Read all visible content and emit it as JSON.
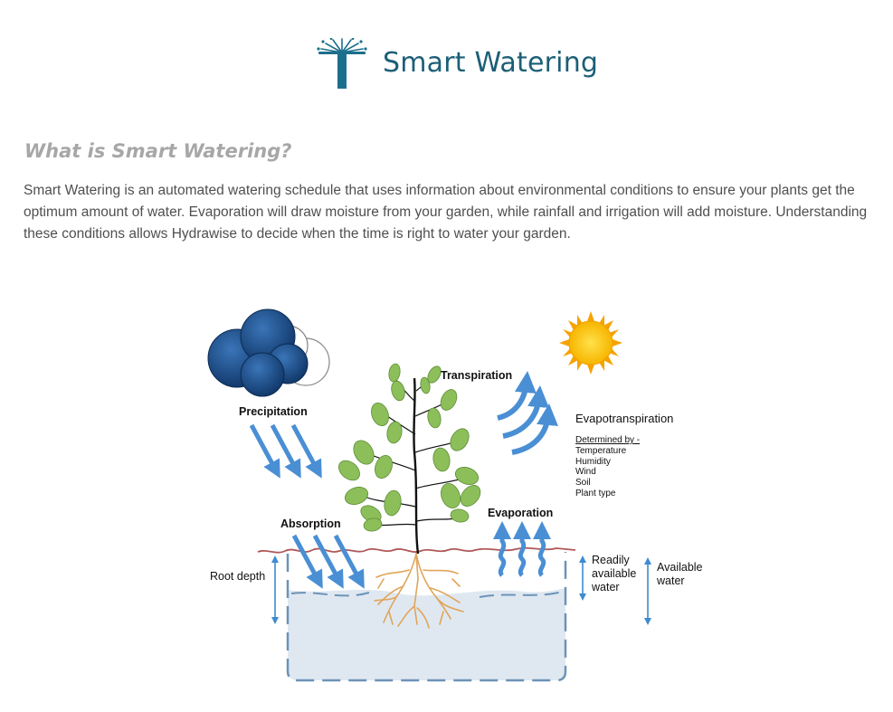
{
  "header": {
    "title": "Smart Watering",
    "logo_icon": "sprinkler-icon"
  },
  "content": {
    "heading": "What is Smart Watering?",
    "paragraph": "Smart Watering is an automated watering schedule that uses information about environmental conditions to ensure your plants get the optimum amount of water. Evaporation will draw moisture from your garden, while rainfall and irrigation will add moisture. Understanding these conditions allows Hydrawise to decide when the time is right to water your garden."
  },
  "diagram": {
    "labels": {
      "precipitation": "Precipitation",
      "transpiration": "Transpiration",
      "evapotranspiration": "Evapotranspiration",
      "determined_by": "Determined by -",
      "absorption": "Absorption",
      "evaporation": "Evaporation",
      "root_depth": "Root depth",
      "readily_available_water": [
        "Readily",
        "available",
        "water"
      ],
      "available_water": [
        "Available",
        "water"
      ]
    },
    "factors": [
      "Temperature",
      "Humidity",
      "Wind",
      "Soil",
      "Plant type"
    ],
    "colors": {
      "arrow": "#4a8fd4",
      "cloud": "#1d4f8a",
      "sun": "#ffc20e",
      "soil_line": "#b05858",
      "water_fill": "#dfe8f1",
      "dash": "#6d93b8",
      "leaf": "#8cbf5a",
      "roots": "#e0a55a"
    }
  }
}
